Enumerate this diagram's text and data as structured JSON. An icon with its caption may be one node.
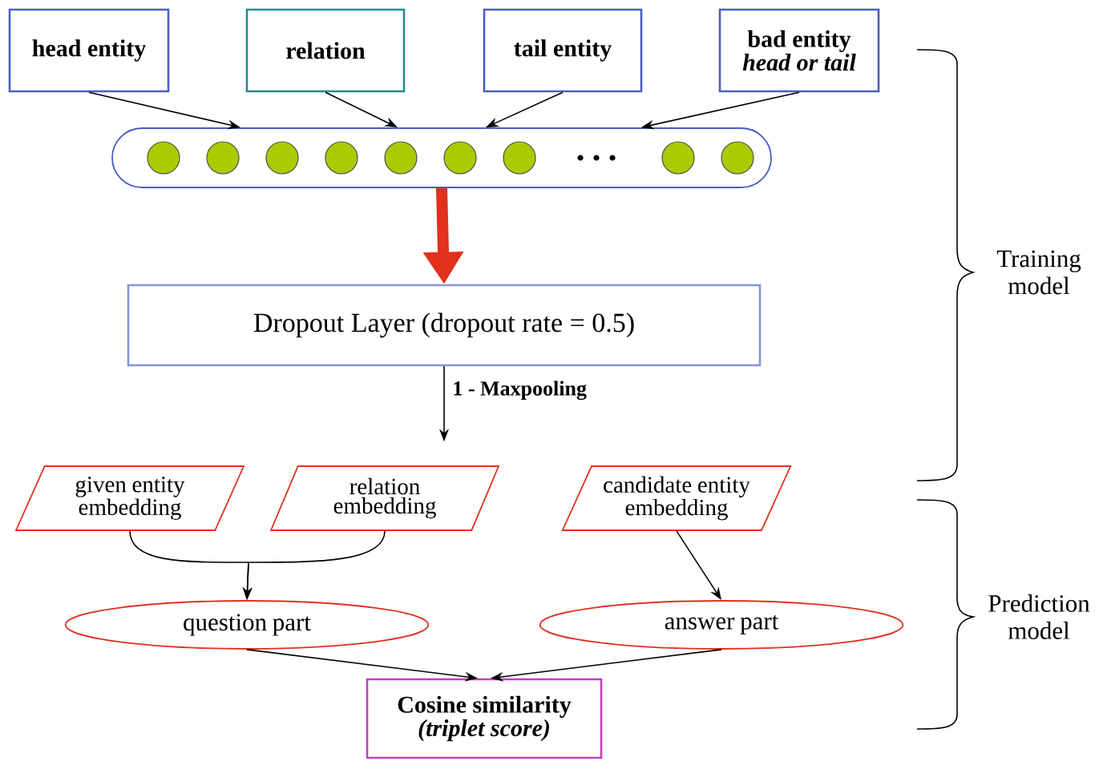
{
  "diagram": {
    "nodes": [
      {
        "text": [
          "head entity"
        ]
      },
      {
        "text": [
          "relation"
        ]
      },
      {
        "text": [
          "tail entity"
        ]
      },
      {
        "text": [
          "bad entity",
          "head or tail"
        ]
      },
      {
        "text": [],
        "shape": "band"
      },
      {
        "text": [
          "Dropout Layer (dropout rate = 0.5)"
        ]
      },
      {
        "text": [
          "given entity embedding"
        ]
      },
      {
        "text": [
          "relation embedding"
        ]
      },
      {
        "text": [
          "candidate entity embedding"
        ]
      },
      {
        "text": [
          "question part"
        ]
      },
      {
        "text": [
          "answer part"
        ]
      },
      {
        "text": [
          "Cosine similarity",
          "(triplet score)"
        ]
      }
    ],
    "edges": [
      {
        "from": 0,
        "to": 4,
        "arrow": "to"
      },
      {
        "from": 1,
        "to": 4,
        "arrow": "to"
      },
      {
        "from": 2,
        "to": 4,
        "arrow": "to"
      },
      {
        "from": 3,
        "to": 4,
        "arrow": "to"
      },
      {
        "from": 4,
        "to": 5,
        "arrow": "to",
        "style": "thick",
        "color": "#e0301e"
      },
      {
        "from": 5,
        "to": null,
        "arrow": "to",
        "label": "1 - Maxpooling"
      },
      {
        "from": 6,
        "to": 9,
        "arrow": "to"
      },
      {
        "from": 7,
        "to": 9,
        "arrow": "to"
      },
      {
        "from": 8,
        "to": 10,
        "arrow": "to"
      },
      {
        "from": 9,
        "to": 11,
        "arrow": "to"
      },
      {
        "from": 10,
        "to": 11,
        "arrow": "to"
      }
    ],
    "labels": [
      "Training model",
      "Prediction model"
    ]
  }
}
